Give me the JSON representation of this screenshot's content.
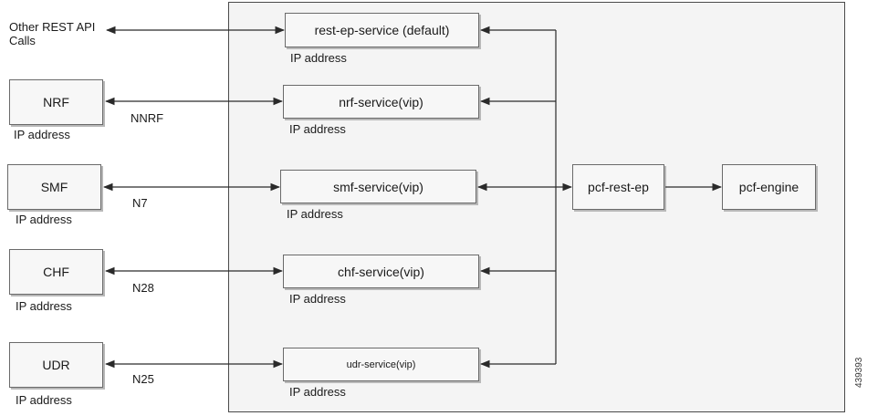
{
  "external": {
    "other_label": "Other REST API Calls",
    "nrf": {
      "label": "NRF",
      "ip": "IP address",
      "interface": "NNRF"
    },
    "smf": {
      "label": "SMF",
      "ip": "IP address",
      "interface": "N7"
    },
    "chf": {
      "label": "CHF",
      "ip": "IP address",
      "interface": "N28"
    },
    "udr": {
      "label": "UDR",
      "ip": "IP address",
      "interface": "N25"
    }
  },
  "services": {
    "rest_ep": {
      "label": "rest-ep-service (default)",
      "ip": "IP address"
    },
    "nrf": {
      "label": "nrf-service(vip)",
      "ip": "IP address"
    },
    "smf": {
      "label": "smf-service(vip)",
      "ip": "IP address"
    },
    "chf": {
      "label": "chf-service(vip)",
      "ip": "IP address"
    },
    "udr": {
      "label": "udr-service(vip)",
      "ip": "IP address"
    }
  },
  "core": {
    "rest_ep": "pcf-rest-ep",
    "engine": "pcf-engine"
  },
  "figure_id": "439393"
}
